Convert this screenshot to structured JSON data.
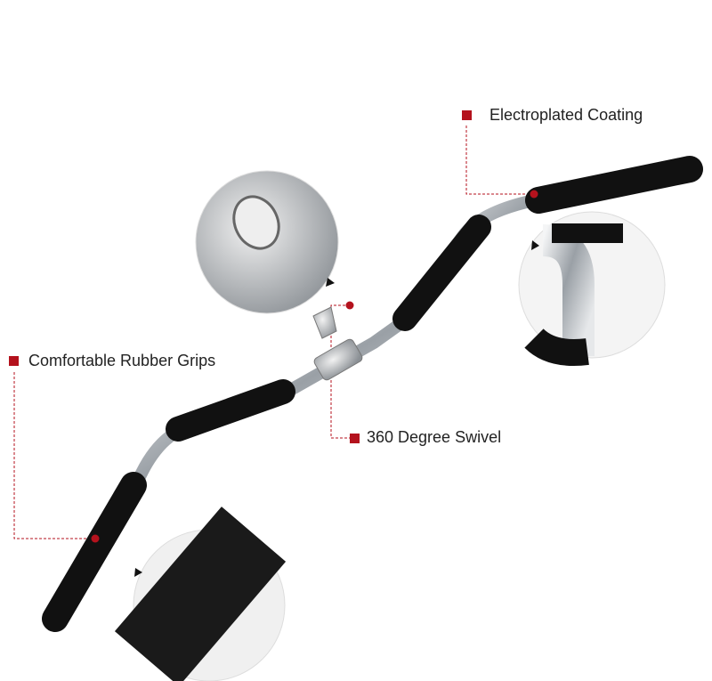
{
  "callouts": {
    "coating": "Electroplated Coating",
    "grips": "Comfortable Rubber Grips",
    "swivel": "360 Degree Swivel"
  },
  "colors": {
    "accent": "#b4121d",
    "grip": "#111111",
    "chrome": "#c8ccd0"
  }
}
